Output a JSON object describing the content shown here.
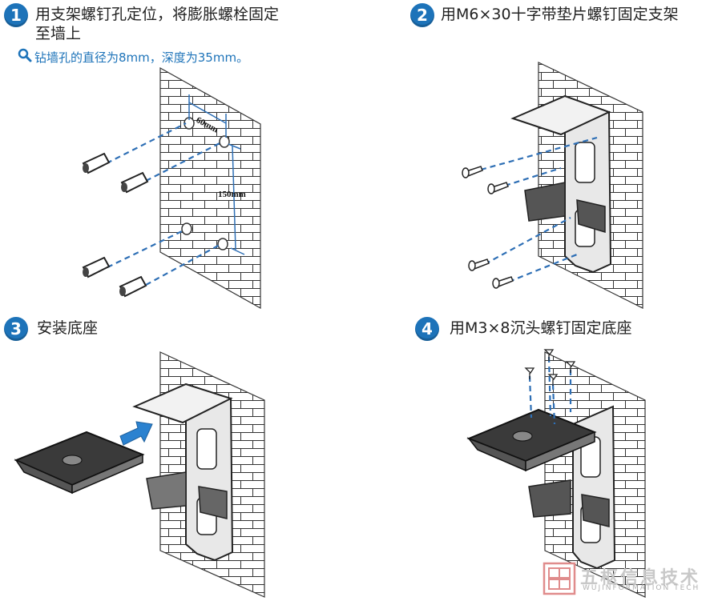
{
  "steps": [
    {
      "number": "1",
      "title_line1": "用支架螺钉孔定位，将膨胀螺栓固定",
      "title_line2": "至墙上"
    },
    {
      "number": "2",
      "title": "用M6×30十字带垫片螺钉固定支架"
    },
    {
      "number": "3",
      "title": "安装底座"
    },
    {
      "number": "4",
      "title": "用M3×8沉头螺钉固定底座"
    }
  ],
  "tip": {
    "icon": "magnifier-icon",
    "text": "钻墙孔的直径为8mm，深度为35mm。"
  },
  "dimensions": {
    "horizontal": "60mm",
    "vertical": "150mm"
  },
  "watermark": {
    "name": "五枢信息技术",
    "subtitle": "WUJINFORMATION TECH"
  },
  "colors": {
    "accent": "#1d73b9",
    "guide_line": "#2e6fb5",
    "arrow": "#2b82d0",
    "dark_part": "#555555"
  }
}
